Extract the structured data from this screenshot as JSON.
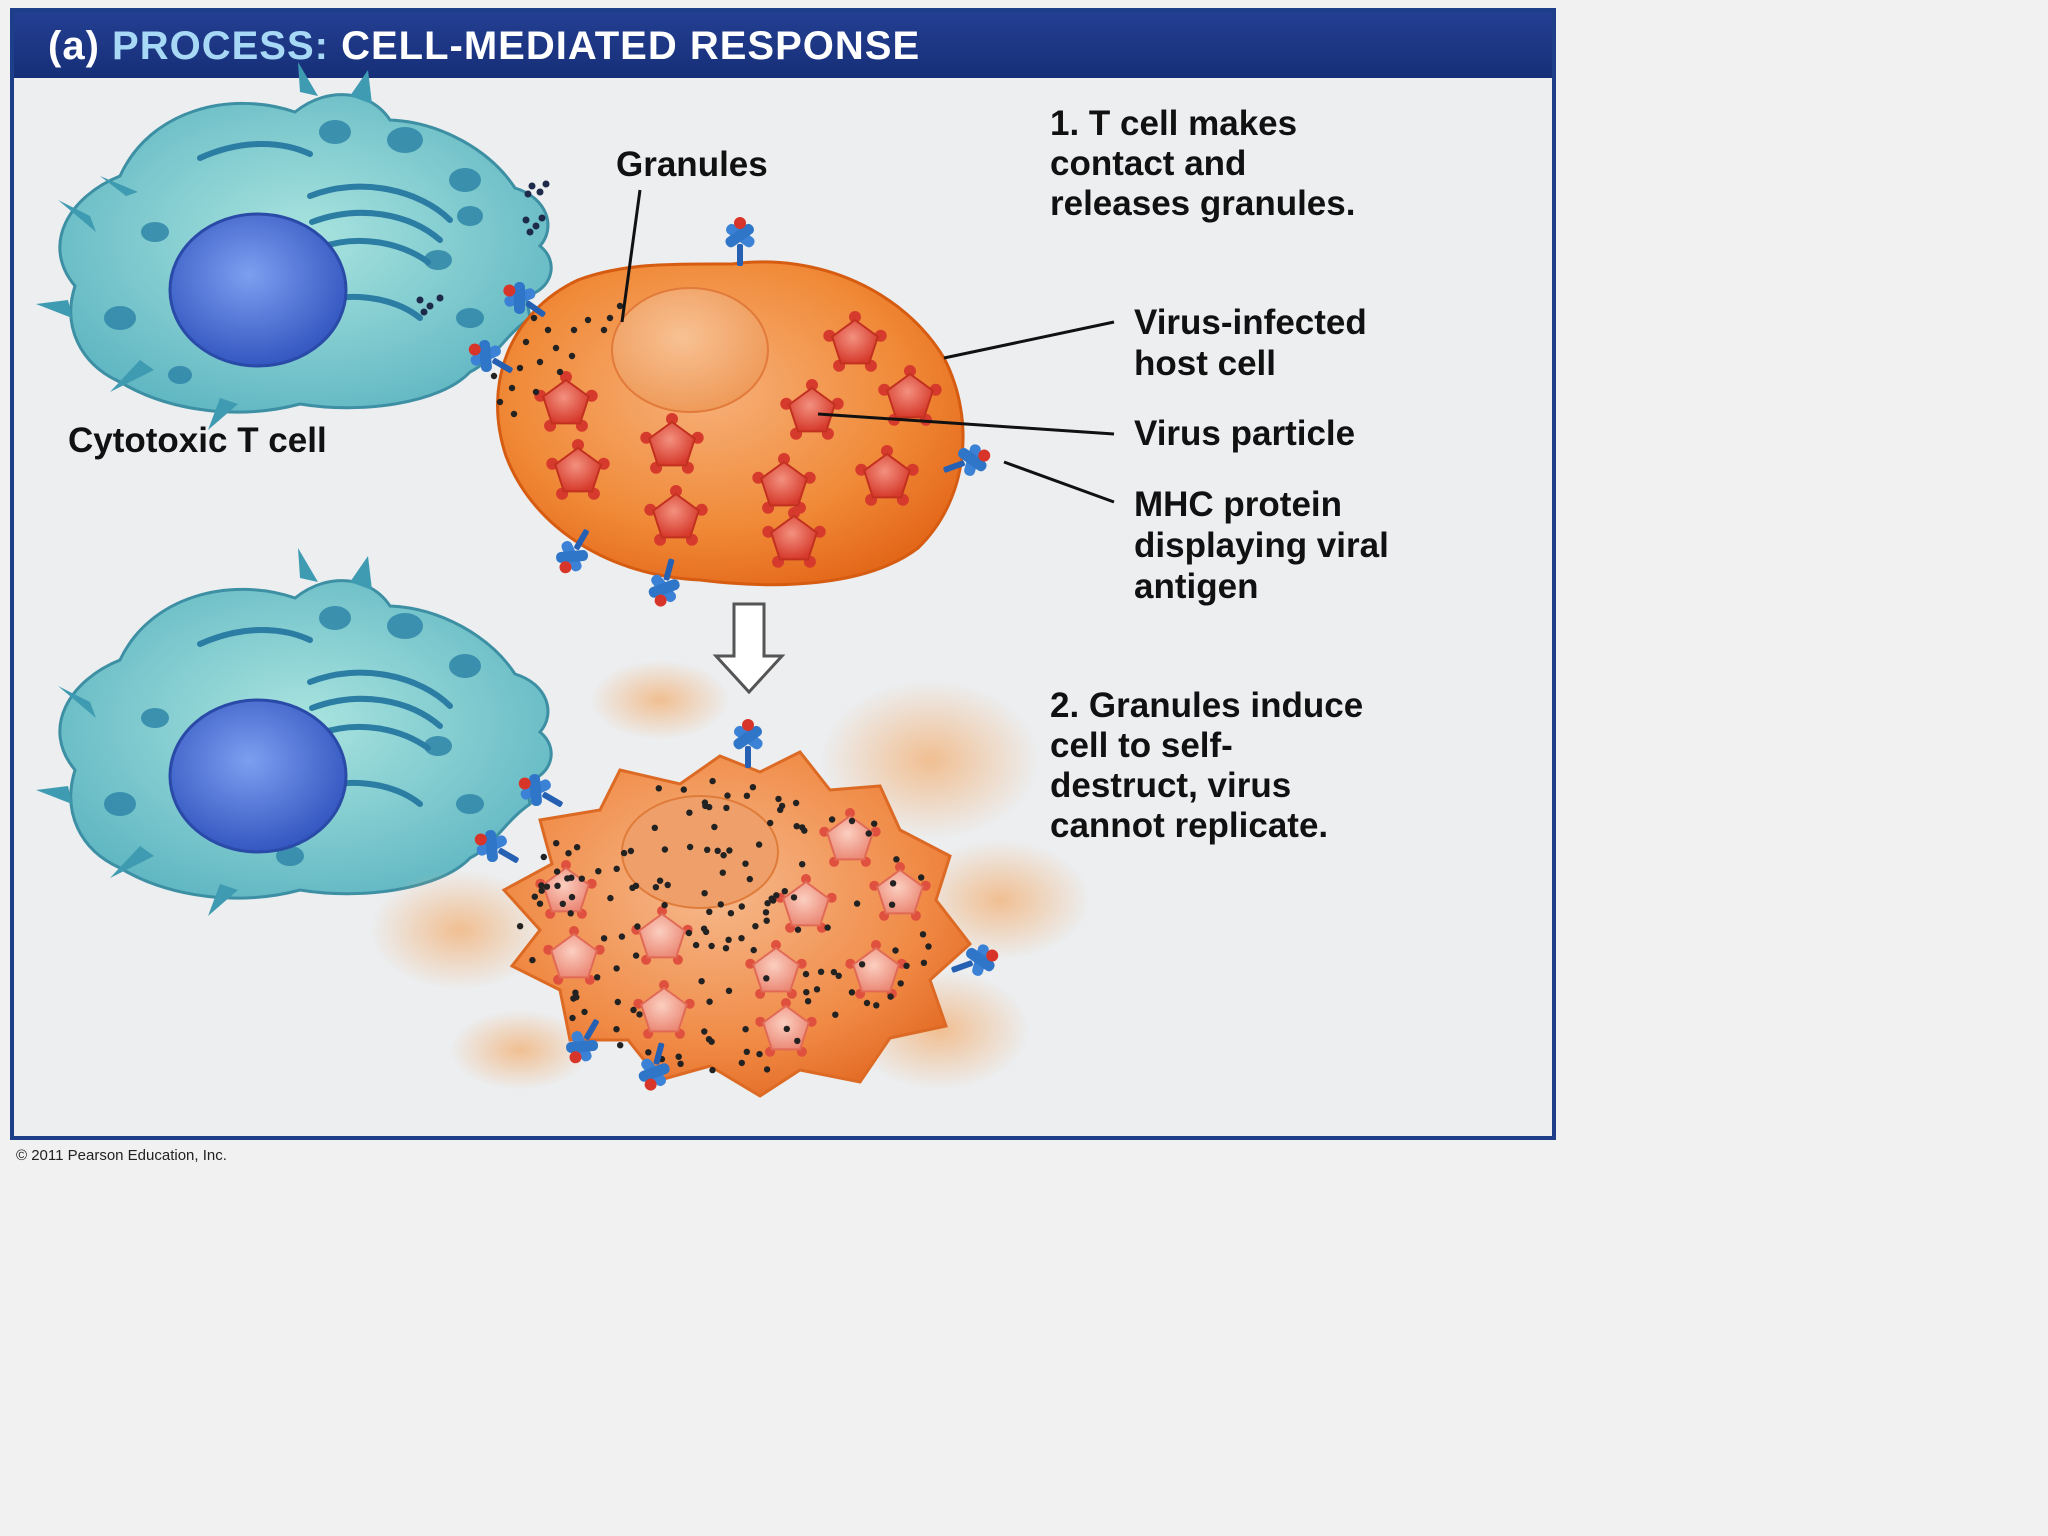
{
  "title": {
    "lead": "(a)",
    "keyword": "PROCESS:",
    "rest": "CELL-MEDIATED RESPONSE"
  },
  "labels": {
    "granules": "Granules",
    "cytotoxic_t_cell": "Cytotoxic T cell",
    "virus_infected": [
      "Virus-infected",
      "host cell"
    ],
    "virus_particle": "Virus particle",
    "mhc": [
      "MHC protein",
      "displaying viral",
      "antigen"
    ]
  },
  "steps": [
    {
      "lines": [
        "1. T cell makes",
        "contact and",
        "releases granules."
      ]
    },
    {
      "lines": [
        "2. Granules induce",
        "cell to self-",
        "destruct, virus",
        "cannot replicate."
      ]
    }
  ],
  "copyright": "© 2011 Pearson Education, Inc.",
  "colors": {
    "header": "#1d3f8a",
    "title_keyword": "#a7d8f5",
    "t_cell": "#74c7c6",
    "t_cell_nucleus": "#4a6fd0",
    "host_cell": "#f08a38",
    "virus": "#e5483a",
    "mhc_protein": "#2f76c9",
    "antigen": "#d8352a"
  }
}
